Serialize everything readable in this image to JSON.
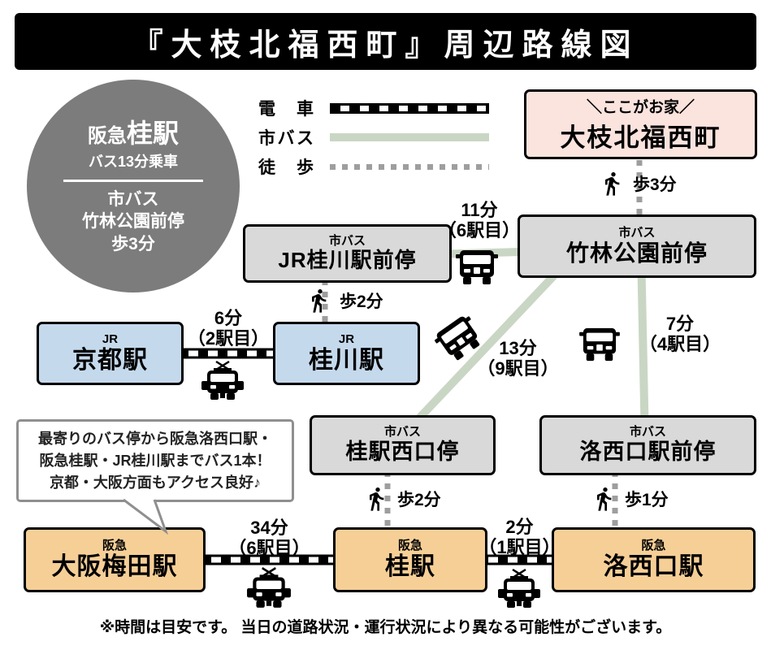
{
  "title": "『大枝北福西町』周辺路線図",
  "summary_circle": {
    "company": "阪急",
    "station": "桂駅",
    "ride": "バス13分乗車",
    "bus_type": "市バス",
    "stop": "竹林公園前停",
    "walk": "歩3分"
  },
  "legend": {
    "train": "電車",
    "bus": "市バス",
    "walk": "徒歩"
  },
  "home": {
    "callout": "＼ここがお家／",
    "name": "大枝北福西町"
  },
  "nodes": {
    "chikurin": {
      "type": "市バス",
      "name": "竹林公園前停"
    },
    "jr_katsuragawa_mae": {
      "type": "市バス",
      "name": "JR桂川駅前停"
    },
    "katsura_nishiguchi": {
      "type": "市バス",
      "name": "桂駅西口停"
    },
    "rakusaiguchi_mae": {
      "type": "市バス",
      "name": "洛西口駅前停"
    },
    "kyoto": {
      "type": "JR",
      "name": "京都駅"
    },
    "katsuragawa": {
      "type": "JR",
      "name": "桂川駅"
    },
    "osaka_umeda": {
      "type": "阪急",
      "name": "大阪梅田駅"
    },
    "katsura": {
      "type": "阪急",
      "name": "桂駅"
    },
    "rakusaiguchi": {
      "type": "阪急",
      "name": "洛西口駅"
    }
  },
  "durations": {
    "walk_home": "歩3分",
    "walk_jr": "歩2分",
    "walk_katsura": "歩2分",
    "walk_rakusai": "歩1分",
    "bus_jr": {
      "time": "11分",
      "stops": "（6駅目）"
    },
    "bus_katsura": {
      "time": "13分",
      "stops": "（9駅目）"
    },
    "bus_rakusai": {
      "time": "7分",
      "stops": "（4駅目）"
    },
    "train_kyoto": {
      "time": "6分",
      "stops": "（2駅目）"
    },
    "train_umeda": {
      "time": "34分",
      "stops": "（6駅目）"
    },
    "train_rakusai": {
      "time": "2分",
      "stops": "（1駅目）"
    }
  },
  "bubble": {
    "line1": "最寄りのバス停から阪急洛西口駅・",
    "line2": "阪急桂駅・JR桂川駅までバス1本！",
    "line3": "京都・大阪方面もアクセス良好♪"
  },
  "footer": "※時間は目安です。 当日の道路状況・運行状況により異なる可能性がございます。",
  "colors": {
    "train_line": "#000000",
    "bus_line": "#c9d6c4",
    "walk_line": "#9e9e9e",
    "bus_stop_bg": "#d9d9d9",
    "jr_bg": "#c5d9ec",
    "hankyu_bg": "#f6cf97",
    "home_bg": "#fbe3de",
    "circle_bg": "#7c7c7c"
  }
}
